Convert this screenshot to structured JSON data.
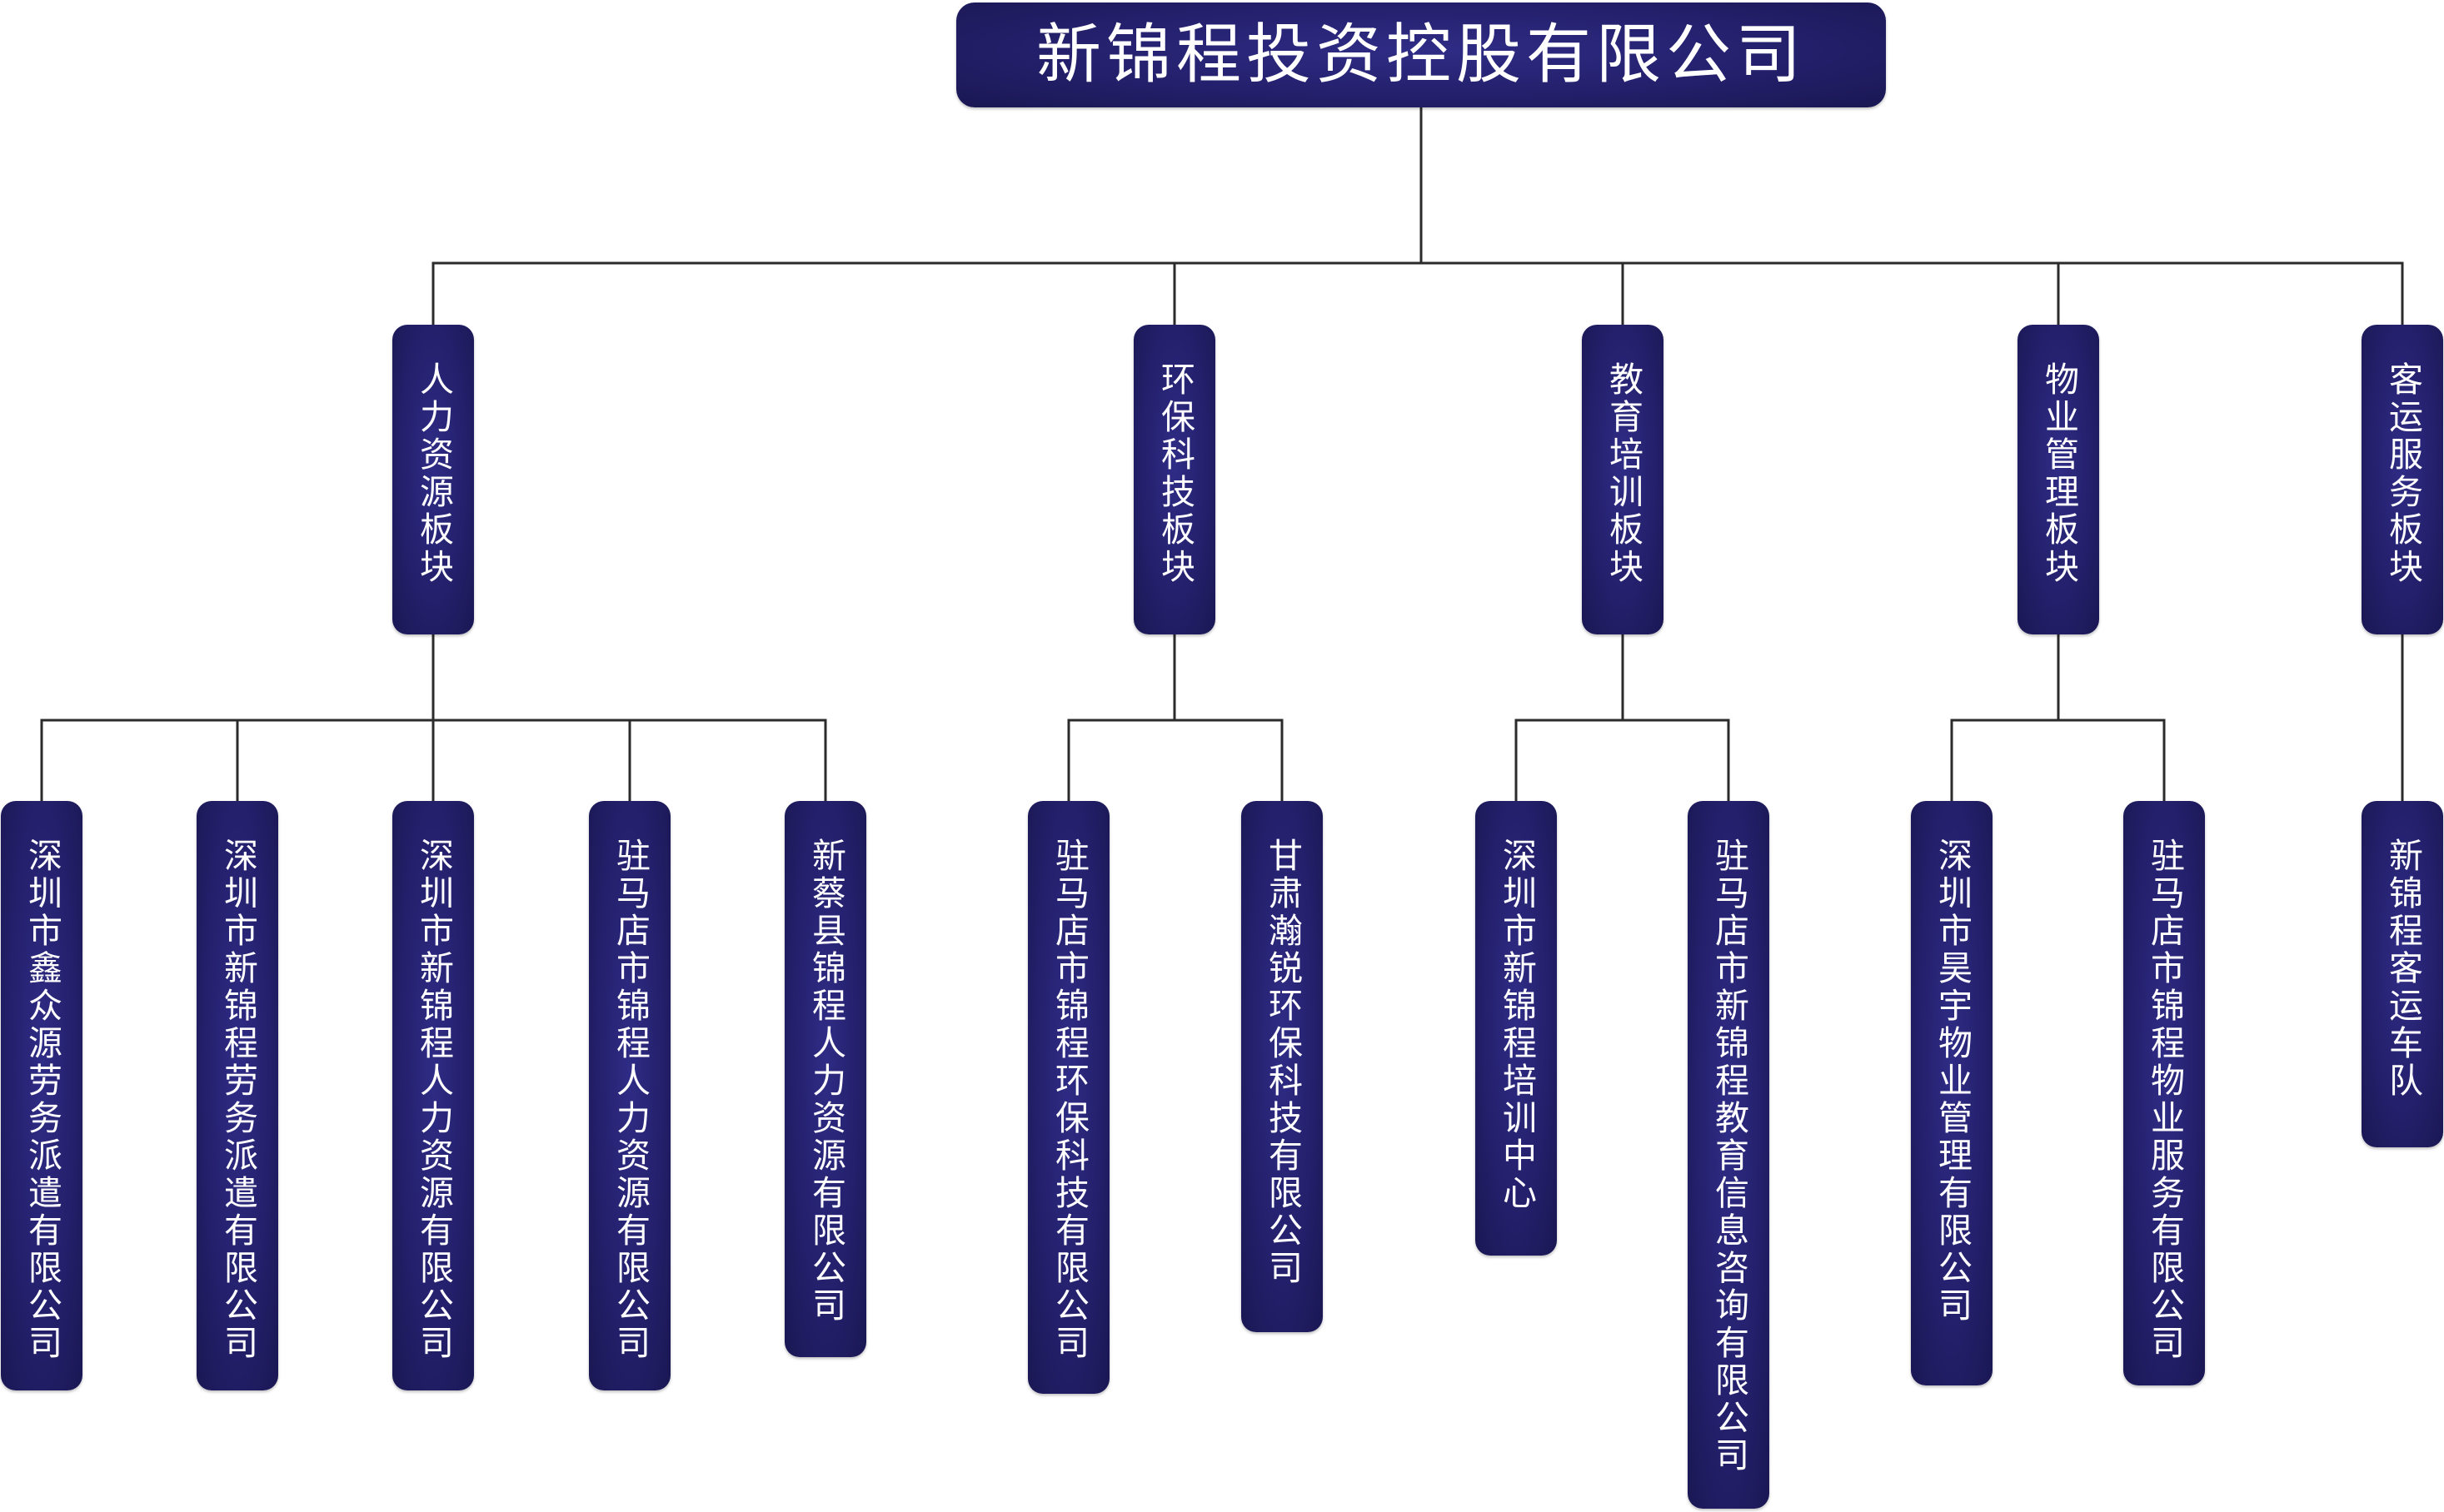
{
  "root": {
    "label": "新锦程投资控股有限公司"
  },
  "segments": [
    {
      "label": "人力资源板块",
      "companies": [
        "深圳市鑫众源劳务派遣有限公司",
        "深圳市新锦程劳务派遣有限公司",
        "深圳市新锦程人力资源有限公司",
        "驻马店市锦程人力资源有限公司",
        "新蔡县锦程人力资源有限公司"
      ]
    },
    {
      "label": "环保科技板块",
      "companies": [
        "驻马店市锦程环保科技有限公司",
        "甘肃瀚锐环保科技有限公司"
      ]
    },
    {
      "label": "教育培训板块",
      "companies": [
        "深圳市新锦程培训中心",
        "驻马店市新锦程教育信息咨询有限公司"
      ]
    },
    {
      "label": "物业管理板块",
      "companies": [
        "深圳市昊宇物业管理有限公司",
        "驻马店市锦程物业服务有限公司"
      ]
    },
    {
      "label": "客运服务板块",
      "companies": [
        "新锦程客运车队"
      ]
    }
  ],
  "colors": {
    "node_fill": "#24206c",
    "node_text": "#ffffff",
    "connector": "#2b2b2b",
    "background": "#ffffff"
  }
}
